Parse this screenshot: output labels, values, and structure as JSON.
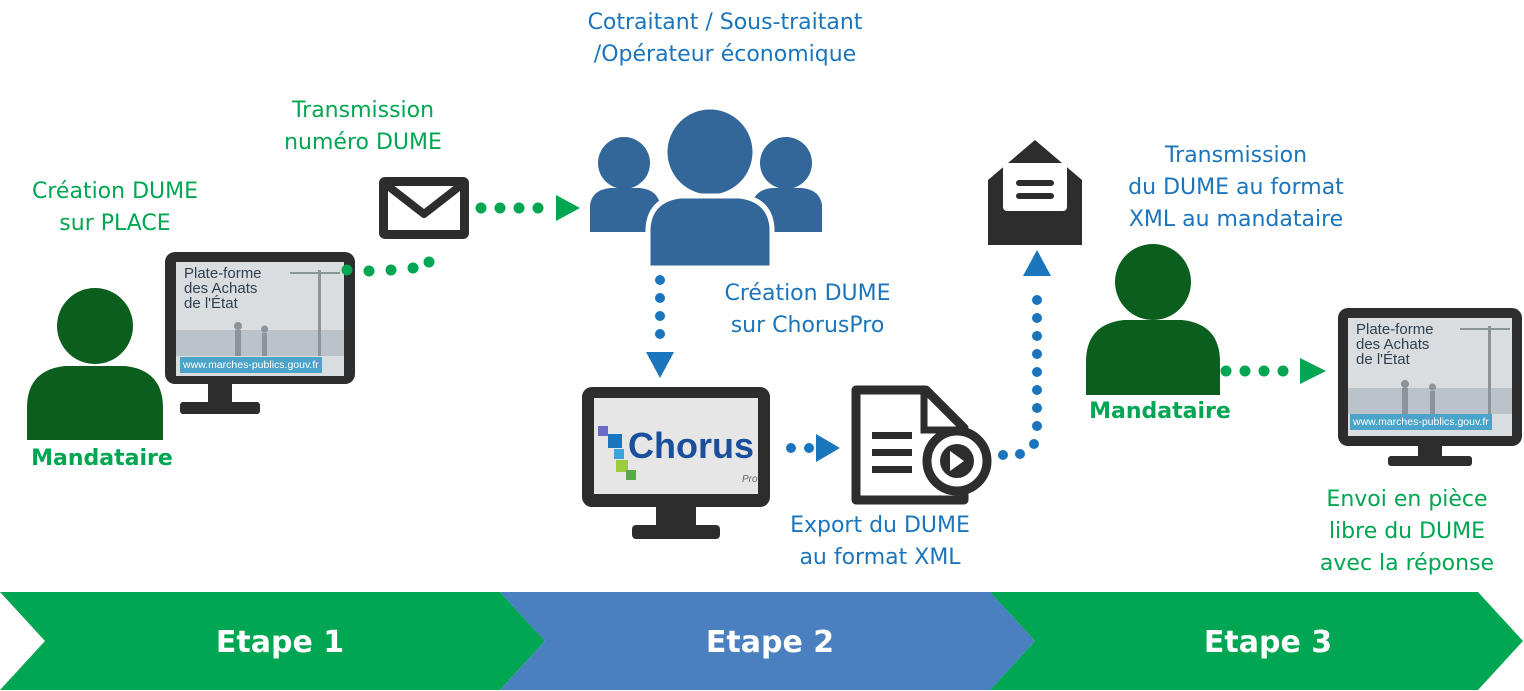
{
  "steps": [
    {
      "label": "Etape 1",
      "color": "#00a651"
    },
    {
      "label": "Etape 2",
      "color": "#4a7fc0"
    },
    {
      "label": "Etape 3",
      "color": "#00a651"
    }
  ],
  "colors": {
    "green": "#00a651",
    "dark_green": "#0b5e1d",
    "blue": "#1b75bc",
    "people_blue": "#336699",
    "dark": "#2d2d2d"
  },
  "labels": {
    "creation_place": "Création DUME\nsur PLACE",
    "mandataire_left": "Mandataire",
    "transmission_numero": "Transmission\nnuméro DUME",
    "cotraitant": "Cotraitant / Sous-traitant\n/Opérateur économique",
    "creation_chorus": "Création DUME\nsur ChorusPro",
    "export_xml": "Export du DUME\nau format XML",
    "transmission_xml": "Transmission\ndu DUME au format\nXML au mandataire",
    "mandataire_right": "Mandataire",
    "envoi": "Envoi en pièce\nlibre du DUME\navec la réponse"
  },
  "place_screen": {
    "title": "Plate-forme\ndes Achats\nde l'État",
    "url": "www.marches-publics.gouv.fr"
  },
  "chorus_screen": {
    "logo": "Chorus",
    "sub": "Pro"
  },
  "icons": [
    "person-icon",
    "monitor-icon",
    "envelope-icon",
    "group-icon",
    "document-export-icon",
    "open-envelope-icon"
  ]
}
